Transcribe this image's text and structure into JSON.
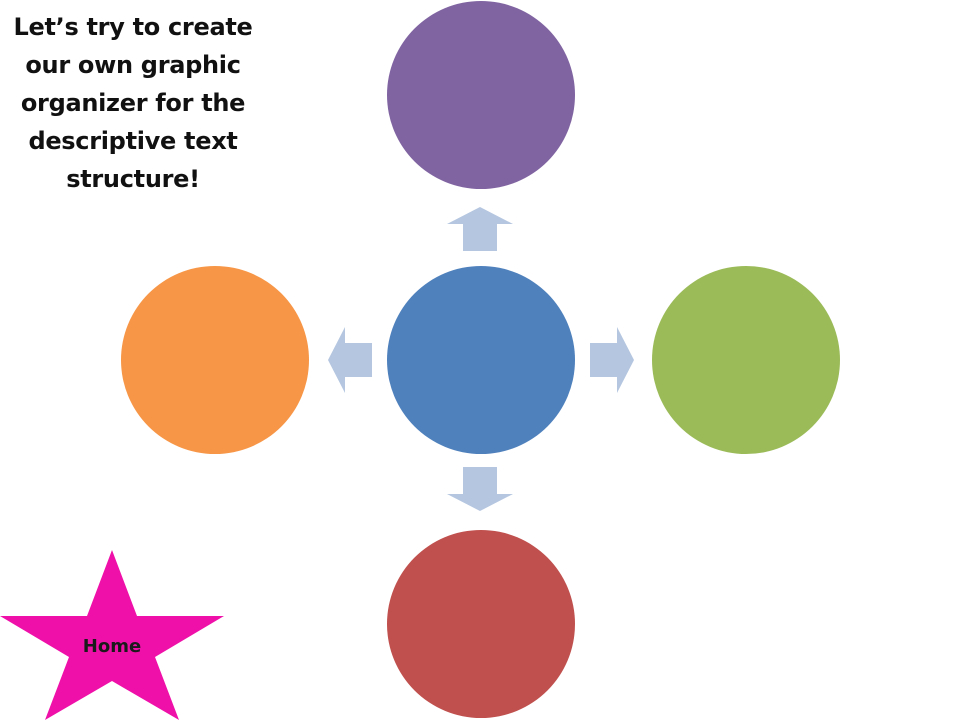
{
  "slide": {
    "title": "Let’s try to create our own graphic organizer for the descriptive text structure!"
  },
  "diagram": {
    "nodes": [
      {
        "id": "center",
        "color": "#4f81bd"
      },
      {
        "id": "top",
        "color": "#8064a2"
      },
      {
        "id": "right",
        "color": "#9bbb59"
      },
      {
        "id": "bottom",
        "color": "#c0504d"
      },
      {
        "id": "left",
        "color": "#f79646"
      }
    ],
    "connectors": [
      {
        "from": "center",
        "to": "top"
      },
      {
        "from": "center",
        "to": "right"
      },
      {
        "from": "center",
        "to": "bottom"
      },
      {
        "from": "center",
        "to": "left"
      }
    ],
    "arrow_color": "#b4c6e0"
  },
  "home_button": {
    "label": "Home",
    "icon": "star-icon",
    "color": "#ee10a8"
  }
}
